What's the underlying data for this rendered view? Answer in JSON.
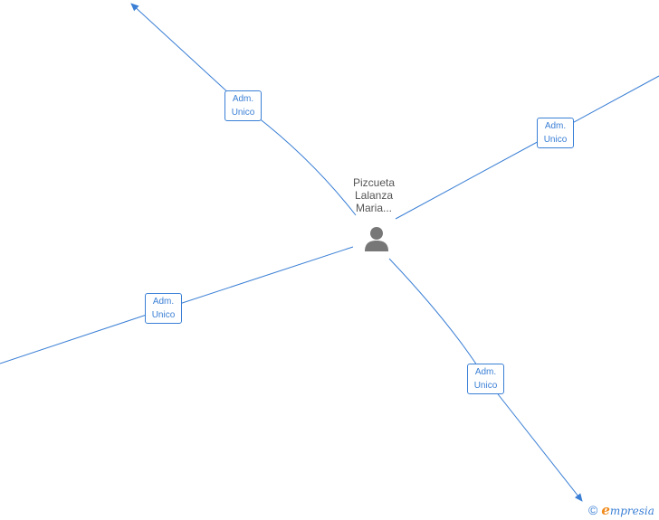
{
  "person": {
    "name_lines": [
      "Pizcueta",
      "Lalanza",
      "Maria..."
    ],
    "icon": "person-icon"
  },
  "relations": [
    {
      "id": "top-left",
      "line1": "Adm.",
      "line2": "Unico"
    },
    {
      "id": "top-right",
      "line1": "Adm.",
      "line2": "Unico"
    },
    {
      "id": "left",
      "line1": "Adm.",
      "line2": "Unico"
    },
    {
      "id": "bottom-right",
      "line1": "Adm.",
      "line2": "Unico"
    }
  ],
  "footer": {
    "copyright_symbol": "©",
    "brand_initial": "e",
    "brand_rest": "mpresia"
  },
  "colors": {
    "edge": "#3a7fd5",
    "person": "#777777",
    "brand_accent": "#f08a1c"
  }
}
